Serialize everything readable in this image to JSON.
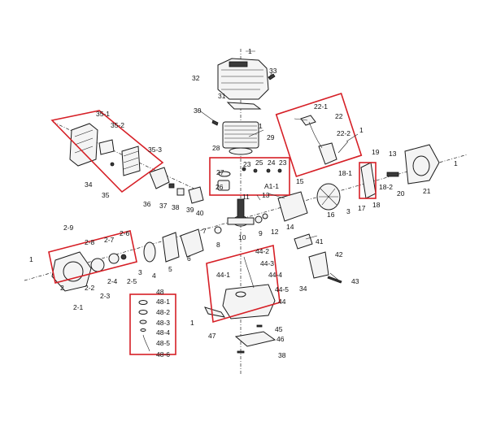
{
  "colors": {
    "highlight": "#d61f26",
    "ink": "#1a1a1a",
    "background": "#ffffff"
  },
  "labels": {
    "l1_top": "1",
    "l33": "33",
    "l32": "32",
    "l31": "31",
    "l30": "30",
    "l1_cyl": "1",
    "l29": "29",
    "l28": "28",
    "l22_1": "22-1",
    "l22": "22",
    "l22_2": "22-2",
    "l1_right": "1",
    "l35_1": "35-1",
    "l35_2": "35-2",
    "l35_3": "35-3",
    "l34_left": "34",
    "l35": "35",
    "l27": "27",
    "l23a": "23",
    "l25": "25",
    "l24": "24",
    "l23b": "23",
    "l26": "26",
    "lA1_1": "A1-1",
    "l19": "19",
    "l13_right": "13",
    "l1_far": "1",
    "l18_1": "18-1",
    "l18_2": "18-2",
    "l20": "20",
    "l21": "21",
    "l17": "17",
    "l18": "18",
    "l15": "15",
    "l13_mid": "13",
    "l11": "11",
    "l16": "16",
    "l3_mid": "3",
    "l14": "14",
    "l36": "36",
    "l37": "37",
    "l38": "38",
    "l39": "39",
    "l40": "40",
    "l7": "7",
    "l10": "10",
    "l9": "9",
    "l12": "12",
    "l8": "8",
    "l2_9": "2-9",
    "l2_8": "2-8",
    "l2_7": "2-7",
    "l2_6": "2-6",
    "l1_left": "1",
    "l2": "2",
    "l2_2": "2-2",
    "l2_4": "2-4",
    "l2_5": "2-5",
    "l2_3": "2-3",
    "l2_1": "2-1",
    "l3_left": "3",
    "l4": "4",
    "l5": "5",
    "l6": "6",
    "l41": "41",
    "l42": "42",
    "l34_right": "34",
    "l43": "43",
    "l44_2": "44-2",
    "l44_3": "44-3",
    "l44_1": "44-1",
    "l44_4": "44-4",
    "l44_5": "44-5",
    "l44": "44",
    "l48": "48",
    "l48_1": "48-1",
    "l48_2": "48-2",
    "l48_3": "48-3",
    "l48_4": "48-4",
    "l48_5": "48-5",
    "l48_6": "48-6",
    "l1_bottom": "1",
    "l47": "47",
    "l45": "45",
    "l46": "46",
    "l38_bottom": "38"
  }
}
